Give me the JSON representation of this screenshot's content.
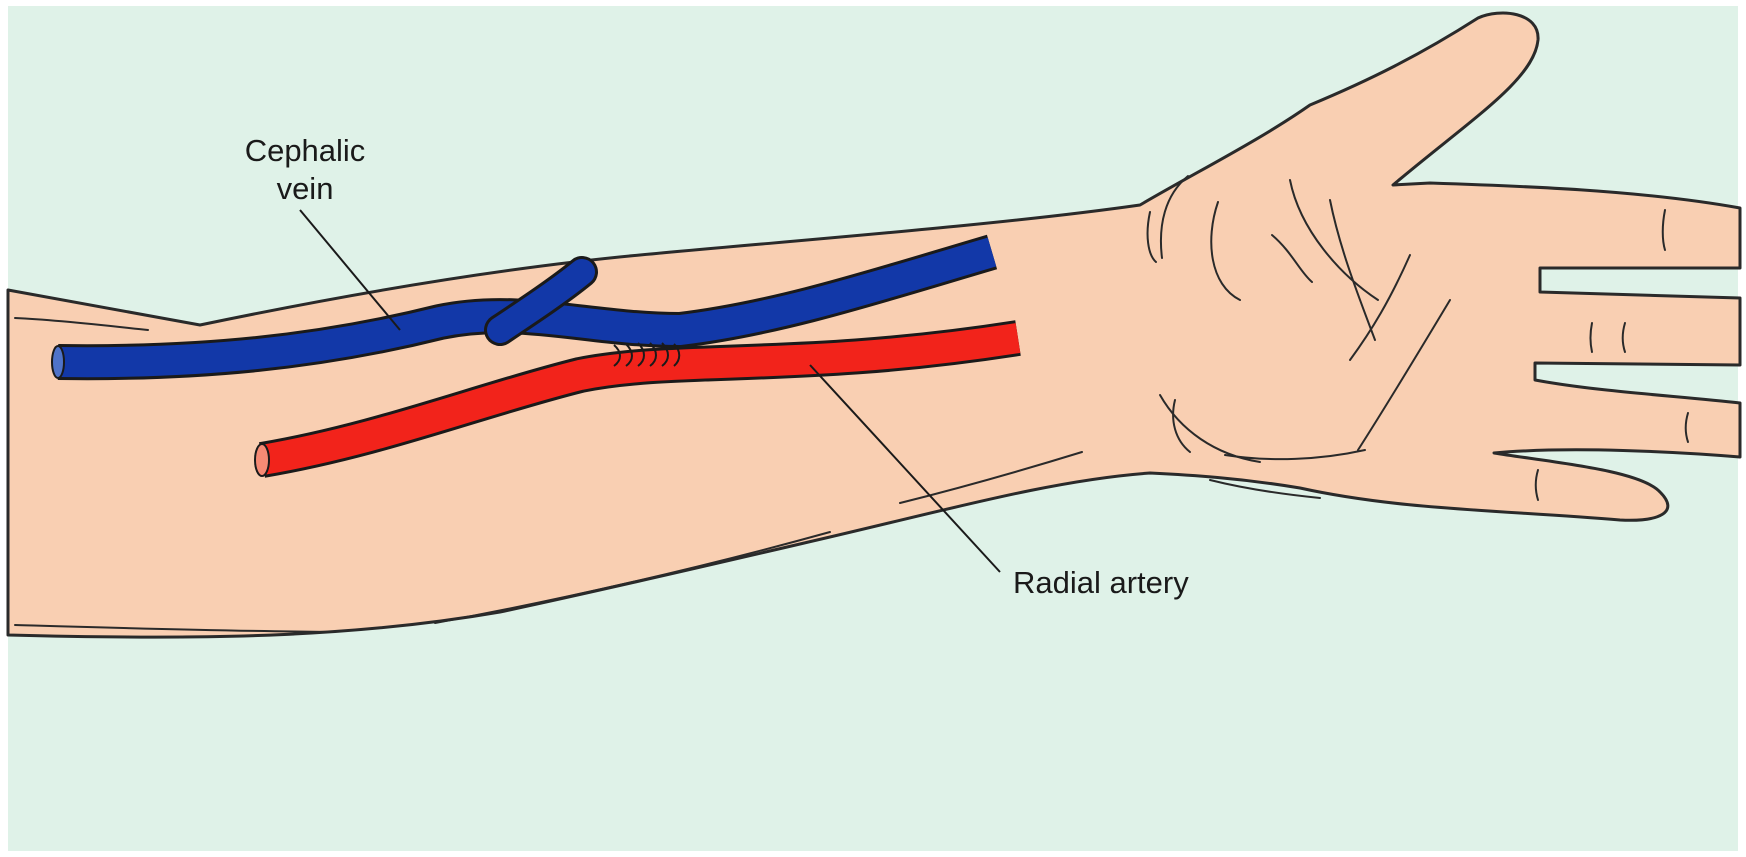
{
  "labels": {
    "cephalic_vein": "Cephalic\nvein",
    "radial_artery": "Radial artery"
  },
  "colors": {
    "background": "#dff2e8",
    "skin": "#f9cfb2",
    "outline": "#2a2a2a",
    "vein": "#1238a8",
    "artery": "#f2231b"
  },
  "icons": {
    "arm": "forearm-and-hand-illustration",
    "vein": "cephalic-vein-tube",
    "artery": "radial-artery-tube",
    "anastomosis": "suture-stitches"
  }
}
